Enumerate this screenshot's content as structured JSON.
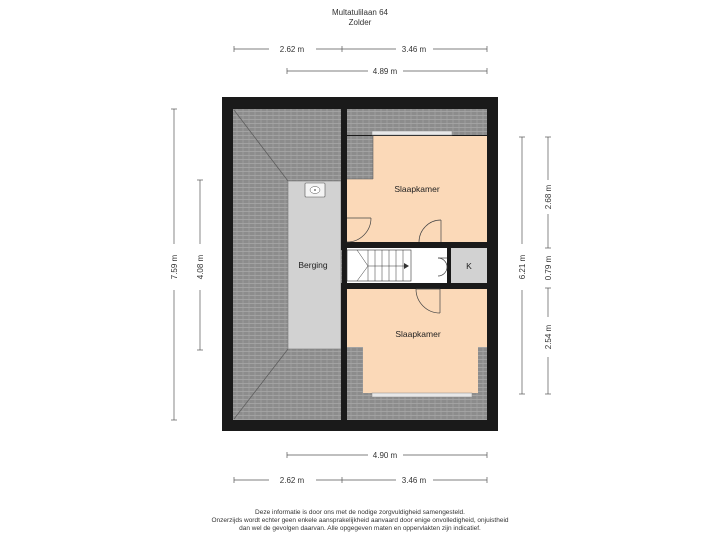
{
  "header": {
    "address": "Multatulilaan 64",
    "floor": "Zolder"
  },
  "dimensions": {
    "top_left": "2.62 m",
    "top_right": "3.46 m",
    "top_total": "4.89 m",
    "bottom_total": "4.90 m",
    "bottom_left": "2.62 m",
    "bottom_right": "3.46 m",
    "left_outer": "7.59 m",
    "left_inner": "4.08 m",
    "right_total": "6.21 m",
    "right_top": "2.68 m",
    "right_mid": "0.79 m",
    "right_bottom": "2.54 m"
  },
  "rooms": {
    "bedroom_top": "Slaapkamer",
    "storage": "Berging",
    "closet": "K",
    "bedroom_bottom": "Slaapkamer"
  },
  "footer": {
    "line1": "Deze informatie is door ons met de nodige zorgvuldigheid samengesteld.",
    "line2": "Onzerzijds wordt echter geen enkele aansprakelijkheid aanvaard door enige onvolledigheid, onjuistheid",
    "line3": "dan wel de gevolgen daarvan. Alle opgegeven maten en oppervlakten zijn indicatief."
  },
  "colors": {
    "wall": "#1a1a1a",
    "roof": "#8c8c8c",
    "bedroom": "#fbd9b8",
    "storage": "#d2d2d2",
    "dimension_line": "#555555"
  }
}
